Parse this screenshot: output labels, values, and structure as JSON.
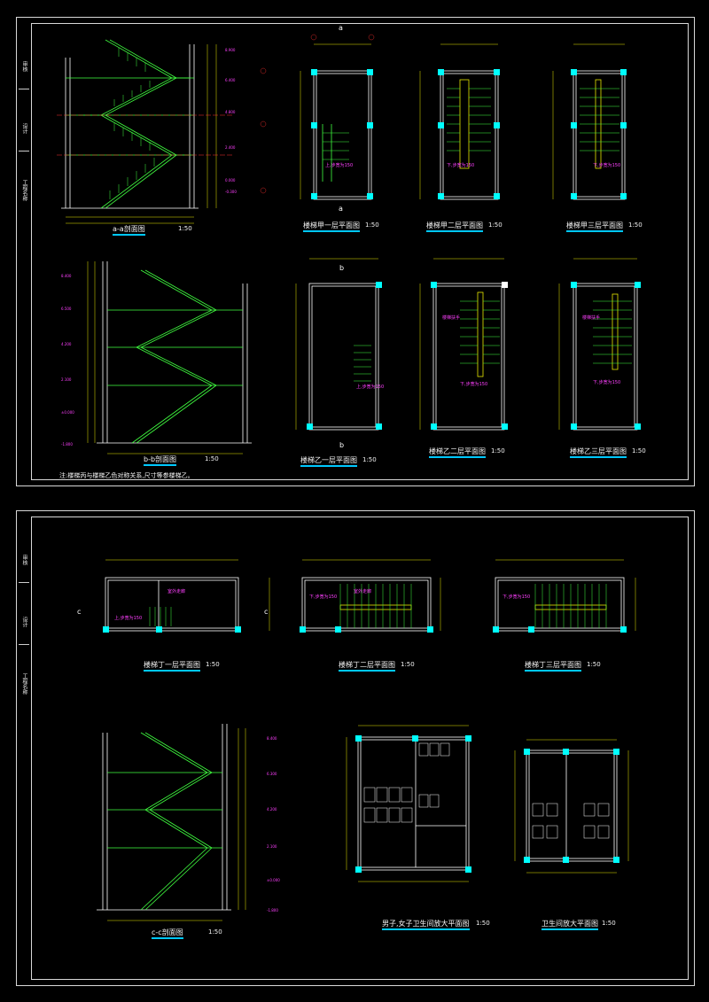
{
  "sheet1": {
    "title_block": [
      "审核",
      "设计",
      "工程名称"
    ],
    "captions": {
      "section_aa": "a-a剖面图",
      "stair_a_1f": "楼梯甲一层平面图",
      "stair_a_2f": "楼梯甲二层平面图",
      "stair_a_3f": "楼梯甲三层平面图",
      "section_bb": "b-b剖面图",
      "stair_b_1f": "楼梯乙一层平面图",
      "stair_b_2f": "楼梯乙二层平面图",
      "stair_b_3f": "楼梯乙三层平面图"
    },
    "scale": "1:50",
    "note": "注:楼梯丙与楼梯乙色对称关系,尺寸等参楼梯乙。",
    "section_marks": [
      "a",
      "a",
      "b",
      "b"
    ],
    "elevations_aa": [
      "8.900",
      "6.400",
      "4.800",
      "2.400",
      "0.000",
      "-0.300"
    ],
    "elevations_bb": [
      "8.400",
      "6.500",
      "4.200",
      "2.100",
      "±0.000",
      "-1.800"
    ],
    "plan_labels": {
      "down": "下,步宽为150",
      "up": "上,步宽为150",
      "handrail": "楼梯扶手"
    }
  },
  "sheet2": {
    "title_block": [
      "审核",
      "设计",
      "工程名称"
    ],
    "captions": {
      "stair_d_1f": "楼梯丁一层平面图",
      "stair_d_2f": "楼梯丁二层平面图",
      "stair_d_3f": "楼梯丁三层平面图",
      "section_cc": "c-c剖面图",
      "toilet_mf": "男子,女子卫生间放大平面图",
      "toilet": "卫生间放大平面图"
    },
    "scale": "1:50",
    "section_marks": [
      "c",
      "c"
    ],
    "elevations_cc": [
      "8.400",
      "6.300",
      "4.200",
      "2.100",
      "±0.000",
      "-1.800"
    ],
    "plan_labels": {
      "corridor": "室外走廊",
      "down": "下,步宽为150",
      "up": "上,步宽为150"
    }
  },
  "colors": {
    "wall": "#ffffff",
    "stair": "#40ff40",
    "dimension": "#e8e800",
    "column": "#00ffff",
    "annotation": "#ff40ff",
    "axis": "#ff3030",
    "underline": "#00c8ff"
  }
}
